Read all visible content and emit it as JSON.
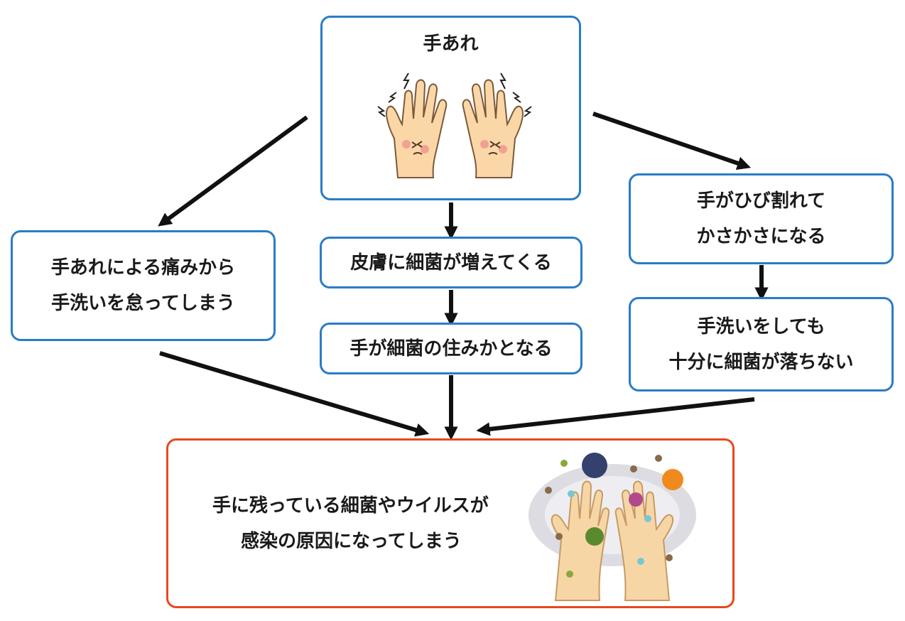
{
  "top_box": {
    "title": "手あれ"
  },
  "left_box": {
    "lines": [
      "手あれによる痛みから",
      "手洗いを怠ってしまう"
    ]
  },
  "center_box1": {
    "text": "皮膚に細菌が増えてくる"
  },
  "center_box2": {
    "text": "手が細菌の住みかとなる"
  },
  "right_box1": {
    "lines": [
      "手がひび割れて",
      "かさかさになる"
    ]
  },
  "right_box2": {
    "lines": [
      "手洗いをしても",
      "十分に細菌が落ちない"
    ]
  },
  "bottom_box": {
    "lines": [
      "手に残っている細菌やウイルスが",
      "感染の原因になってしまう"
    ]
  },
  "colors": {
    "blue_border": "#2a7cc7",
    "red_border": "#e8481f",
    "arrow": "#111111"
  },
  "icons": {
    "top": "rough-hands-icon",
    "bottom": "germs-on-hands-icon"
  }
}
